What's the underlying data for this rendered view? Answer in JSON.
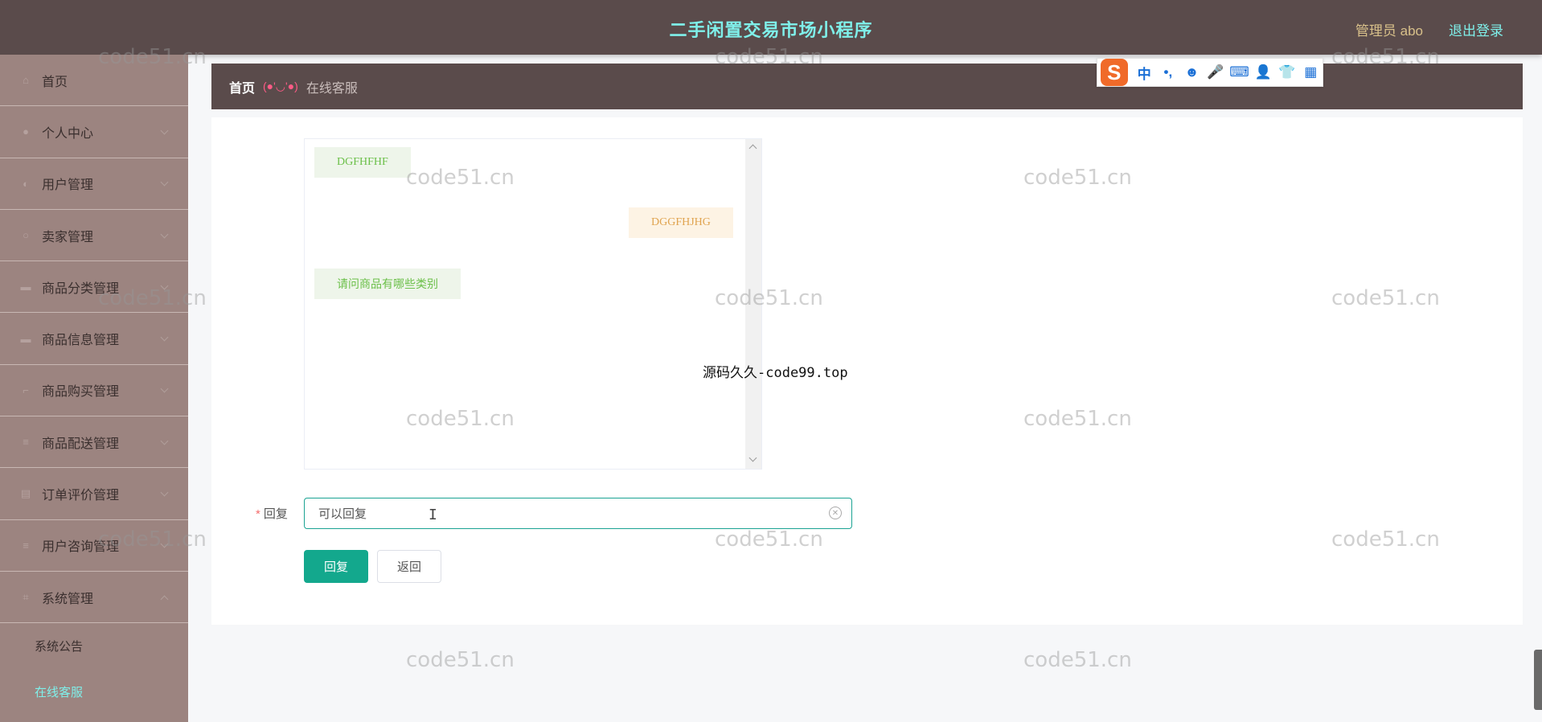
{
  "header": {
    "app_title": "二手闲置交易市场小程序",
    "admin_label": "管理员 abo",
    "logout_label": "退出登录"
  },
  "sidebar": {
    "items": [
      {
        "label": "首页",
        "icon": "home-icon"
      },
      {
        "label": "个人中心",
        "icon": "user-icon"
      },
      {
        "label": "用户管理",
        "icon": "users-icon"
      },
      {
        "label": "卖家管理",
        "icon": "seller-icon"
      },
      {
        "label": "商品分类管理",
        "icon": "category-icon"
      },
      {
        "label": "商品信息管理",
        "icon": "goods-icon"
      },
      {
        "label": "商品购买管理",
        "icon": "cart-icon"
      },
      {
        "label": "商品配送管理",
        "icon": "delivery-icon"
      },
      {
        "label": "订单评价管理",
        "icon": "review-icon"
      },
      {
        "label": "用户咨询管理",
        "icon": "consult-icon"
      },
      {
        "label": "系统管理",
        "icon": "settings-icon"
      }
    ],
    "sub_items": [
      {
        "label": "系统公告"
      },
      {
        "label": "在线客服"
      }
    ]
  },
  "breadcrumb": {
    "home": "首页",
    "emoticon": "(●'◡'●)",
    "current": "在线客服"
  },
  "chat": {
    "messages": [
      {
        "text": "DGFHFHF",
        "side": "left"
      },
      {
        "text": "DGGFHJHG",
        "side": "right"
      },
      {
        "text": "请问商品有哪些类别",
        "side": "left"
      }
    ]
  },
  "form": {
    "reply_label": "回复",
    "required_mark": "*",
    "reply_value": "可以回复",
    "caret": "I",
    "submit_label": "回复",
    "back_label": "返回"
  },
  "overlay_text": "源码久久-code99.top",
  "watermark": "code51.cn",
  "ime_toolbar": {
    "logo": "S",
    "items": [
      "中",
      "•,",
      "☻",
      "🎤",
      "⌨",
      "👤",
      "👕",
      "▦"
    ]
  },
  "colors": {
    "topbar": "#5a4b4b",
    "sidebar": "#9c8480",
    "accent_cyan": "#7ff0ea",
    "primary_button": "#13a88d"
  }
}
